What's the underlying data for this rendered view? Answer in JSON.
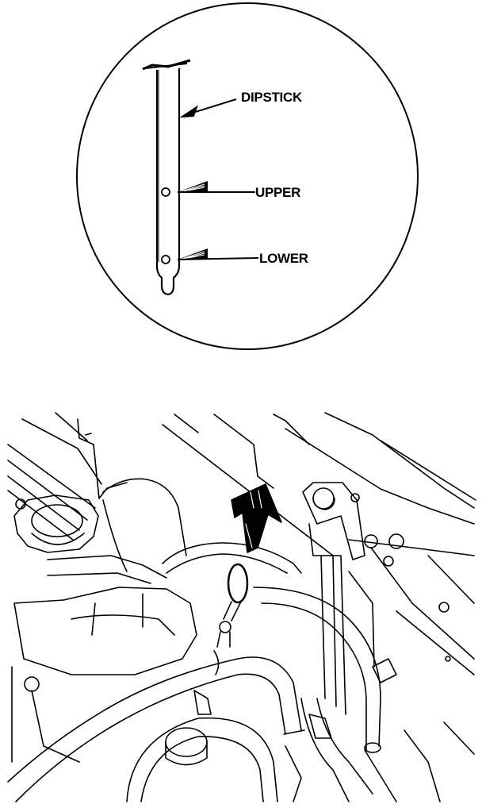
{
  "diagram": {
    "labels": {
      "dipstick": "DIPSTICK",
      "upper": "UPPER",
      "lower": "LOWER"
    },
    "colors": {
      "ink": "#000000",
      "paper": "#ffffff"
    }
  }
}
